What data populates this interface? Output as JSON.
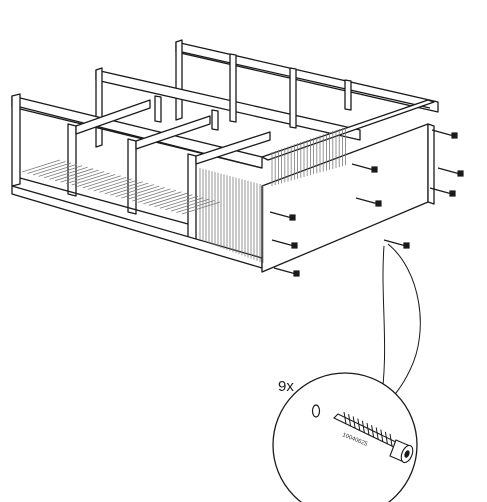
{
  "step": {
    "quantity_label": "9x",
    "part_number": "10040625"
  },
  "colors": {
    "line": "#1a1a1a",
    "paper": "#ffffff",
    "slat": "#7a7a7a"
  },
  "icons": {
    "fastener": "screw-icon",
    "washer": "washer-icon",
    "callout": "magnifier-callout"
  }
}
